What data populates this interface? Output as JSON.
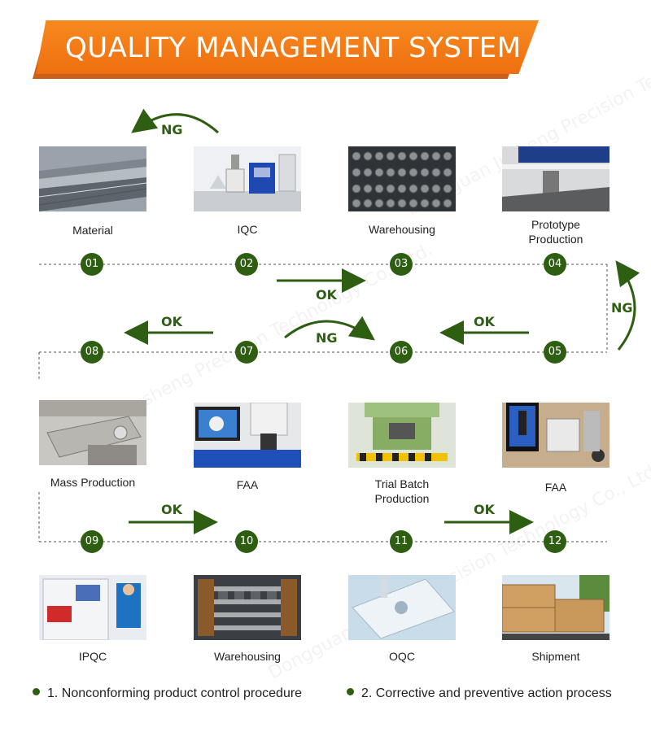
{
  "title": "QUALITY MANAGEMENT SYSTEM",
  "watermark": "Dongguan Jusheng Precision Technology Co., Ltd.",
  "colors": {
    "accent": "#2d5e12",
    "banner": "#f07a18"
  },
  "steps": [
    {
      "num": "01",
      "label": "Material"
    },
    {
      "num": "02",
      "label": "IQC"
    },
    {
      "num": "03",
      "label": "Warehousing"
    },
    {
      "num": "04",
      "label": "Prototype\nProduction"
    },
    {
      "num": "05",
      "label": "FAA"
    },
    {
      "num": "06",
      "label": "Trial Batch\nProduction"
    },
    {
      "num": "07",
      "label": "FAA"
    },
    {
      "num": "08",
      "label": "Mass Production"
    },
    {
      "num": "09",
      "label": "IPQC"
    },
    {
      "num": "10",
      "label": "Warehousing"
    },
    {
      "num": "11",
      "label": "OQC"
    },
    {
      "num": "12",
      "label": "Shipment"
    }
  ],
  "flow": {
    "ok": "OK",
    "ng": "NG"
  },
  "legend": [
    "1. Nonconforming product control procedure",
    "2. Corrective and preventive action process"
  ]
}
